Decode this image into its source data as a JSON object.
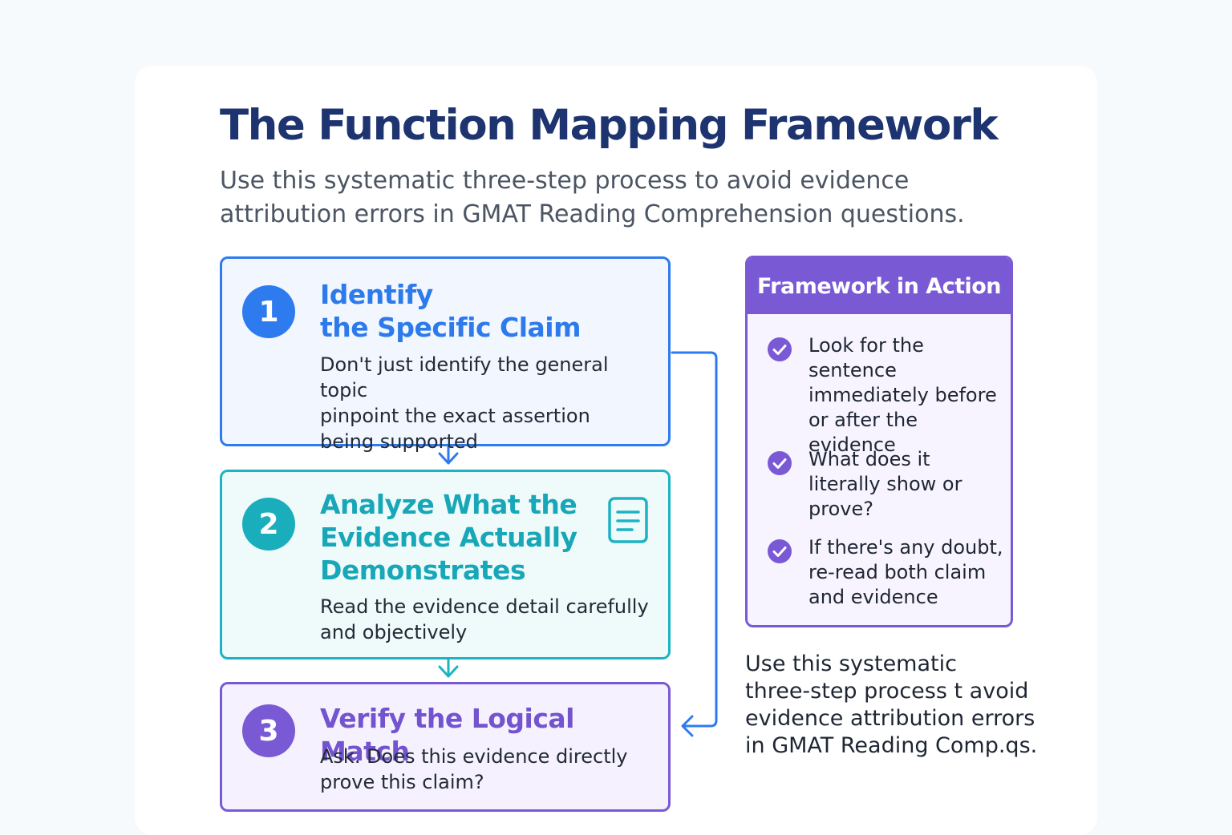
{
  "title": "The Function Mapping Framework",
  "subtitle": "Use this systematic three-step process to avoid evidence attribution errors in GMAT Reading Comprehension questions.",
  "steps": [
    {
      "number": "1",
      "title_line1": "Identify",
      "title_line2": "the Specific Claim",
      "desc_line1": "Don't just identify the general topic",
      "desc_line2": "pinpoint the exact assertion",
      "desc_line3": "being supported",
      "color": "#2e7bf0"
    },
    {
      "number": "2",
      "title": "Analyze What the Evidence Actually Demonstrates",
      "desc": "Read the evidence detail carefully and objectively",
      "icon": "document-icon",
      "color": "#1db3c2"
    },
    {
      "number": "3",
      "title": "Verify the Logical Match",
      "desc": "Ask. Does this evidence directly prove this claim?",
      "color": "#7a5ad4"
    }
  ],
  "panel": {
    "title": "Framework in Action",
    "items": [
      "Look for the sentence immediately before or after the evidence",
      "What does it literally show or prove?",
      "If there's any doubt, re-read both claim and evidence"
    ],
    "icon": "check-circle-icon",
    "color": "#7a5ad4"
  },
  "note_line1": "Use this systematic",
  "note_line2": "three-step process t avoid",
  "note_line3": "evidence attribution errors",
  "note_line4": "in GMAT Reading Comp.qs."
}
